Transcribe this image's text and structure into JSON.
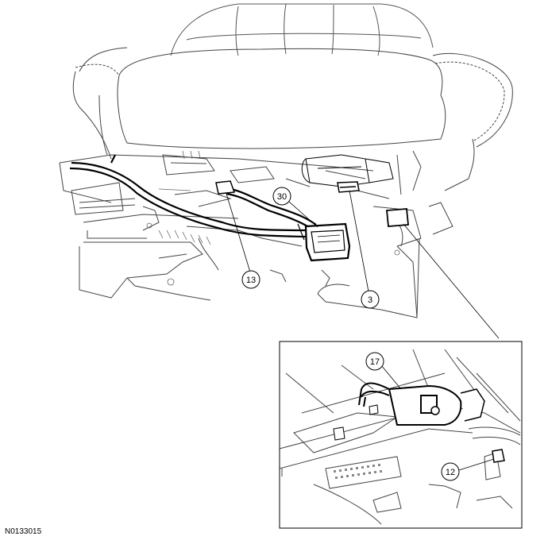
{
  "figure": {
    "id": "N0133015"
  },
  "callouts": [
    {
      "key": "c30",
      "label": "30"
    },
    {
      "key": "c13",
      "label": "13"
    },
    {
      "key": "c3",
      "label": "3"
    },
    {
      "key": "c17",
      "label": "17"
    },
    {
      "key": "c12",
      "label": "12"
    }
  ],
  "colors": {
    "line": "#000000",
    "thin_line": "#555555",
    "background": "#ffffff"
  }
}
